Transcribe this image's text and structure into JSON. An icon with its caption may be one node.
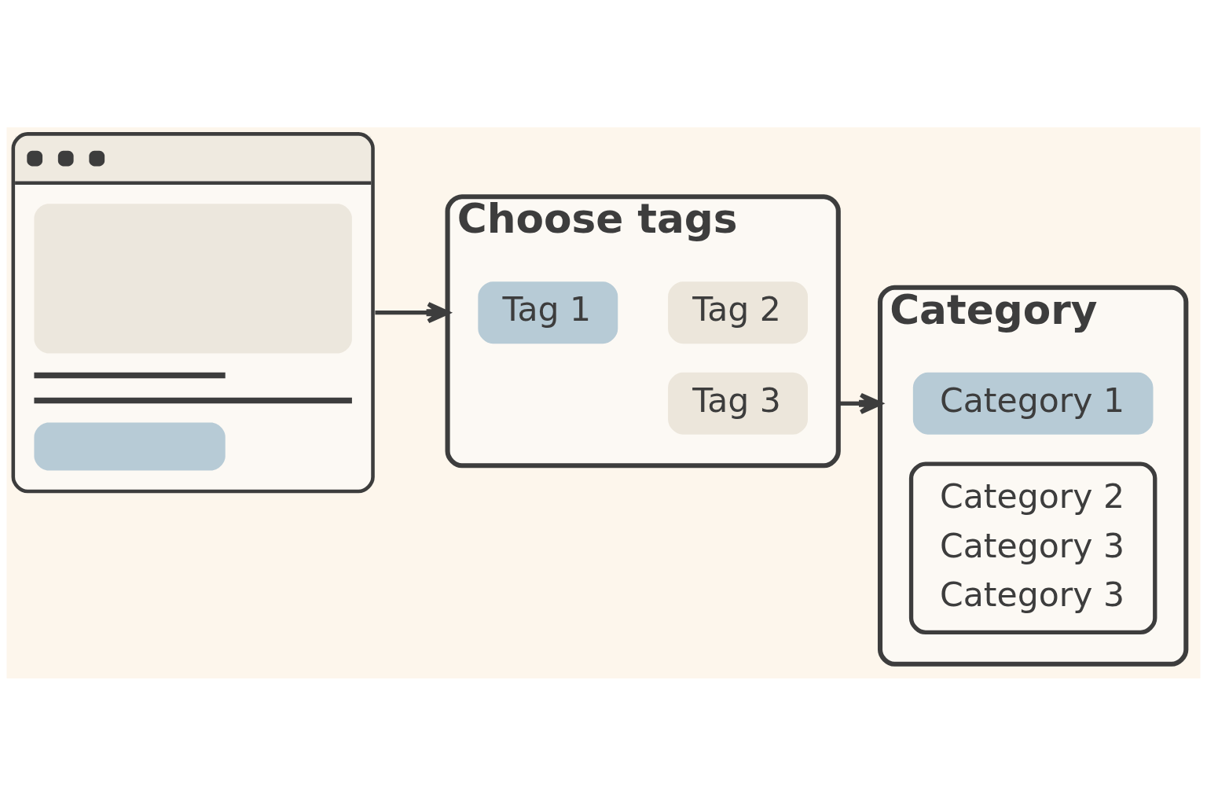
{
  "diagram": {
    "nodes": [
      {
        "text": [],
        "shape": "picture"
      },
      {
        "text": [
          "Choose tags"
        ]
      },
      {
        "text": [
          "Tag 1"
        ],
        "in": 1
      },
      {
        "text": [
          "Tag 2"
        ],
        "in": 1
      },
      {
        "text": [
          "Tag 3"
        ],
        "in": 1
      },
      {
        "text": [
          "Category"
        ]
      },
      {
        "text": [
          "Category 1"
        ],
        "in": 5
      },
      {
        "text": [
          "Category 2",
          "Category 3",
          "Category 3"
        ],
        "in": 5
      }
    ],
    "edges": [
      {
        "from": 0,
        "to": 1,
        "arrow": "to"
      },
      {
        "from": 1,
        "to": 5,
        "arrow": "to"
      }
    ]
  }
}
